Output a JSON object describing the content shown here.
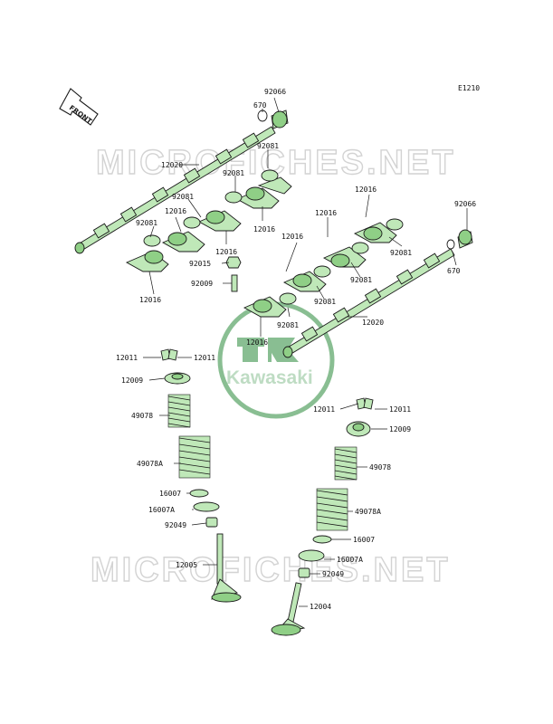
{
  "diagram_code": "E1210",
  "direction_label": "FRONT",
  "watermark_text": "MICROFICHES.NET",
  "logo_text": "Kawasaki",
  "colors": {
    "part_fill": "#bfe8b8",
    "part_shade": "#8fcf86",
    "outline": "#1a1a1a",
    "watermark": "#d3d3d3",
    "logo": "#2a8a3a"
  },
  "part_labels": {
    "p92066_a": "92066",
    "p670_a": "670",
    "p92081_a": "92081",
    "p12020_a": "12020",
    "p92081_b": "92081",
    "p92081_c": "92081",
    "p12016_a": "12016",
    "p92081_d": "92081",
    "p12016_b": "12016",
    "p12016_c": "12016",
    "p92015": "92015",
    "p92009": "92009",
    "p12016_d": "12016",
    "p12016_e": "12016",
    "p12016_f": "12016",
    "p12016_g": "12016",
    "p92066_b": "92066",
    "p92081_e": "92081",
    "p670_b": "670",
    "p92081_f": "92081",
    "p92081_g": "92081",
    "p92081_h": "92081",
    "p12020_b": "12020",
    "p12016_h": "12016",
    "p12011_a": "12011",
    "p12011_b": "12011",
    "p12009_a": "12009",
    "p49078_a": "49078",
    "p49078A_a": "49078A",
    "p16007_a": "16007",
    "p16007A_a": "16007A",
    "p92049_a": "92049",
    "p12005": "12005",
    "p12011_c": "12011",
    "p12011_d": "12011",
    "p12009_b": "12009",
    "p49078_b": "49078",
    "p49078A_b": "49078A",
    "p16007_b": "16007",
    "p16007A_b": "16007A",
    "p92049_b": "92049",
    "p12004": "12004"
  }
}
